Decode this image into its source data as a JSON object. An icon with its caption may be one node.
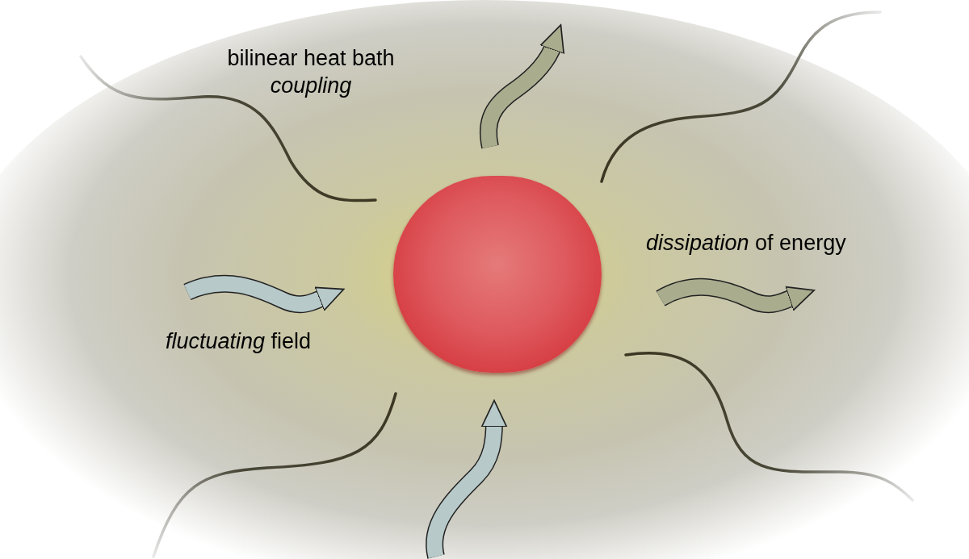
{
  "diagram": {
    "nodes": [
      {
        "text": [],
        "shape": "circle"
      }
    ],
    "labels": [
      "bilinear heat bath *coupling*",
      "*dissipation* of energy",
      "*fluctuating* field"
    ]
  }
}
